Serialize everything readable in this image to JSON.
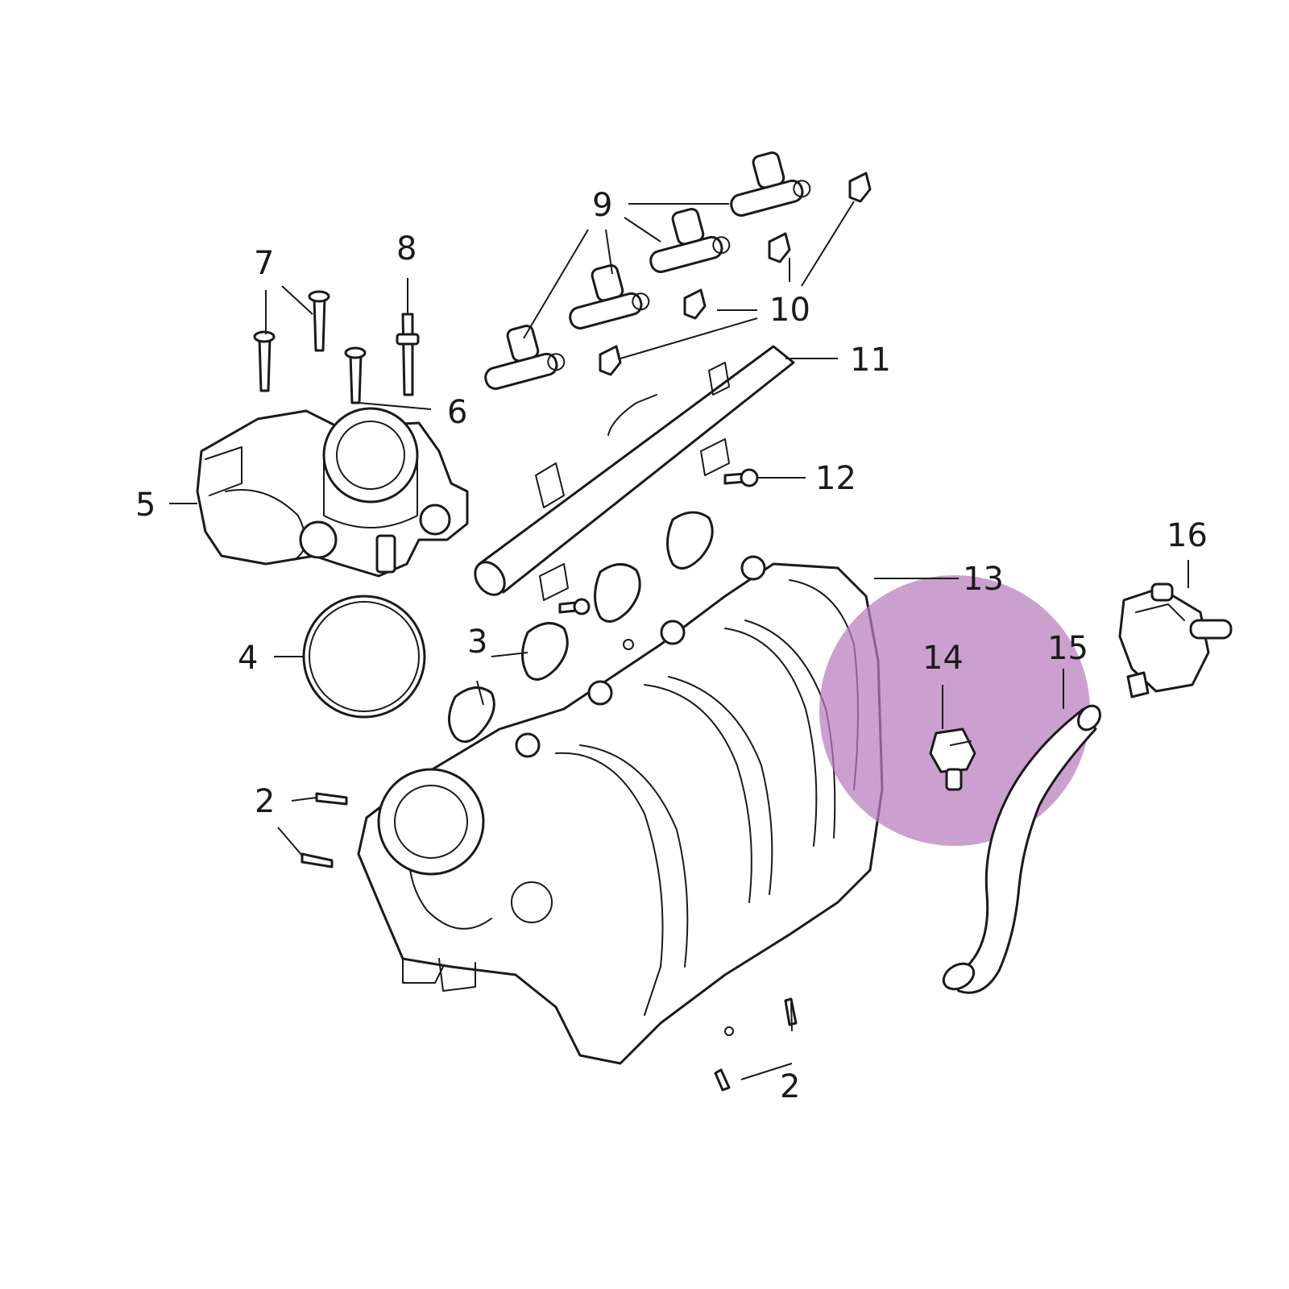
{
  "diagram": {
    "highlight_color": "#b77bbb",
    "line_color": "#1a1a1a",
    "background": "#ffffff",
    "callouts": {
      "c2a": "2",
      "c2b": "2",
      "c3": "3",
      "c4": "4",
      "c5": "5",
      "c6": "6",
      "c7": "7",
      "c8": "8",
      "c9": "9",
      "c10": "10",
      "c11": "11",
      "c12": "12",
      "c13": "13",
      "c14": "14",
      "c15": "15",
      "c16": "16"
    }
  }
}
